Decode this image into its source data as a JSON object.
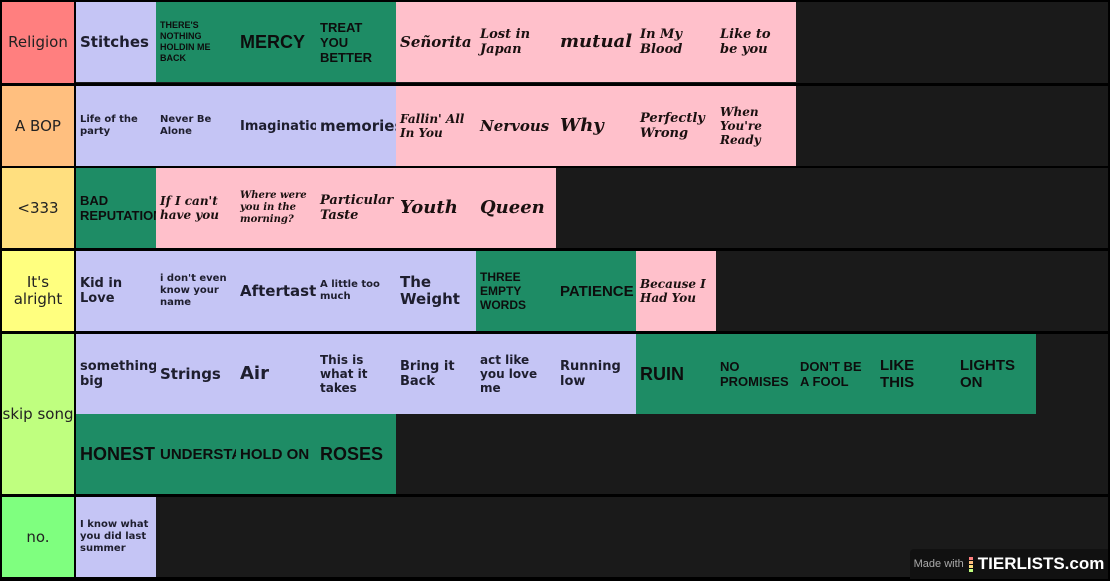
{
  "tiers": [
    {
      "label": "Religion",
      "color": "#ff7f7f",
      "items": [
        {
          "text": "Stitches",
          "style": "lav"
        },
        {
          "text": "THERE'S NOTHING HOLDIN ME BACK",
          "style": "green"
        },
        {
          "text": "MERCY",
          "style": "green"
        },
        {
          "text": "TREAT YOU BETTER",
          "style": "green"
        },
        {
          "text": "Señorita",
          "style": "pink"
        },
        {
          "text": "Lost in Japan",
          "style": "pink"
        },
        {
          "text": "mutual",
          "style": "pink"
        },
        {
          "text": "In My Blood",
          "style": "pink"
        },
        {
          "text": "Like to be you",
          "style": "pink"
        }
      ]
    },
    {
      "label": "A BOP",
      "color": "#ffbf7f",
      "items": [
        {
          "text": "Life of the party",
          "style": "lav"
        },
        {
          "text": "Never Be Alone",
          "style": "lav"
        },
        {
          "text": "Imagination",
          "style": "lav"
        },
        {
          "text": "memories",
          "style": "lav"
        },
        {
          "text": "Fallin' All In You",
          "style": "pink"
        },
        {
          "text": "Nervous",
          "style": "pink"
        },
        {
          "text": "Why",
          "style": "pink"
        },
        {
          "text": "Perfectly Wrong",
          "style": "pink"
        },
        {
          "text": "When You're Ready",
          "style": "pink"
        }
      ]
    },
    {
      "label": "<333",
      "color": "#ffdf7f",
      "items": [
        {
          "text": "BAD REPUTATION",
          "style": "green"
        },
        {
          "text": "If I can't have you",
          "style": "pink"
        },
        {
          "text": "Where were you in the morning?",
          "style": "pink"
        },
        {
          "text": "Particular Taste",
          "style": "pink"
        },
        {
          "text": "Youth",
          "style": "pink"
        },
        {
          "text": "Queen",
          "style": "pink"
        }
      ]
    },
    {
      "label": "It's alright",
      "color": "#ffff7f",
      "items": [
        {
          "text": "Kid in Love",
          "style": "lav"
        },
        {
          "text": "i don't even know your name",
          "style": "lav"
        },
        {
          "text": "Aftertaste",
          "style": "lav"
        },
        {
          "text": "A little too much",
          "style": "lav"
        },
        {
          "text": "The Weight",
          "style": "lav"
        },
        {
          "text": "THREE EMPTY WORDS",
          "style": "green"
        },
        {
          "text": "PATIENCE",
          "style": "green"
        },
        {
          "text": "Because I Had You",
          "style": "pink"
        }
      ]
    },
    {
      "label": "skip song",
      "color": "#bfff7f",
      "items": [
        {
          "text": "something big",
          "style": "lav"
        },
        {
          "text": "Strings",
          "style": "lav"
        },
        {
          "text": "Air",
          "style": "lav"
        },
        {
          "text": "This is what it takes",
          "style": "lav"
        },
        {
          "text": "Bring it Back",
          "style": "lav"
        },
        {
          "text": "act like you love me",
          "style": "lav"
        },
        {
          "text": "Running low",
          "style": "lav"
        },
        {
          "text": "RUIN",
          "style": "green"
        },
        {
          "text": "NO PROMISES",
          "style": "green"
        },
        {
          "text": "DON'T BE A FOOL",
          "style": "green"
        },
        {
          "text": "LIKE THIS",
          "style": "green"
        },
        {
          "text": "LIGHTS ON",
          "style": "green"
        },
        {
          "text": "HONEST",
          "style": "green"
        },
        {
          "text": "UNDERSTAND",
          "style": "green"
        },
        {
          "text": "HOLD ON",
          "style": "green"
        },
        {
          "text": "ROSES",
          "style": "green"
        }
      ]
    },
    {
      "label": "no.",
      "color": "#7fff7f",
      "items": [
        {
          "text": "I know what you did last summer",
          "style": "lav"
        }
      ]
    }
  ],
  "watermark": {
    "made_with": "Made with",
    "brand": "TIERLISTS.com"
  }
}
